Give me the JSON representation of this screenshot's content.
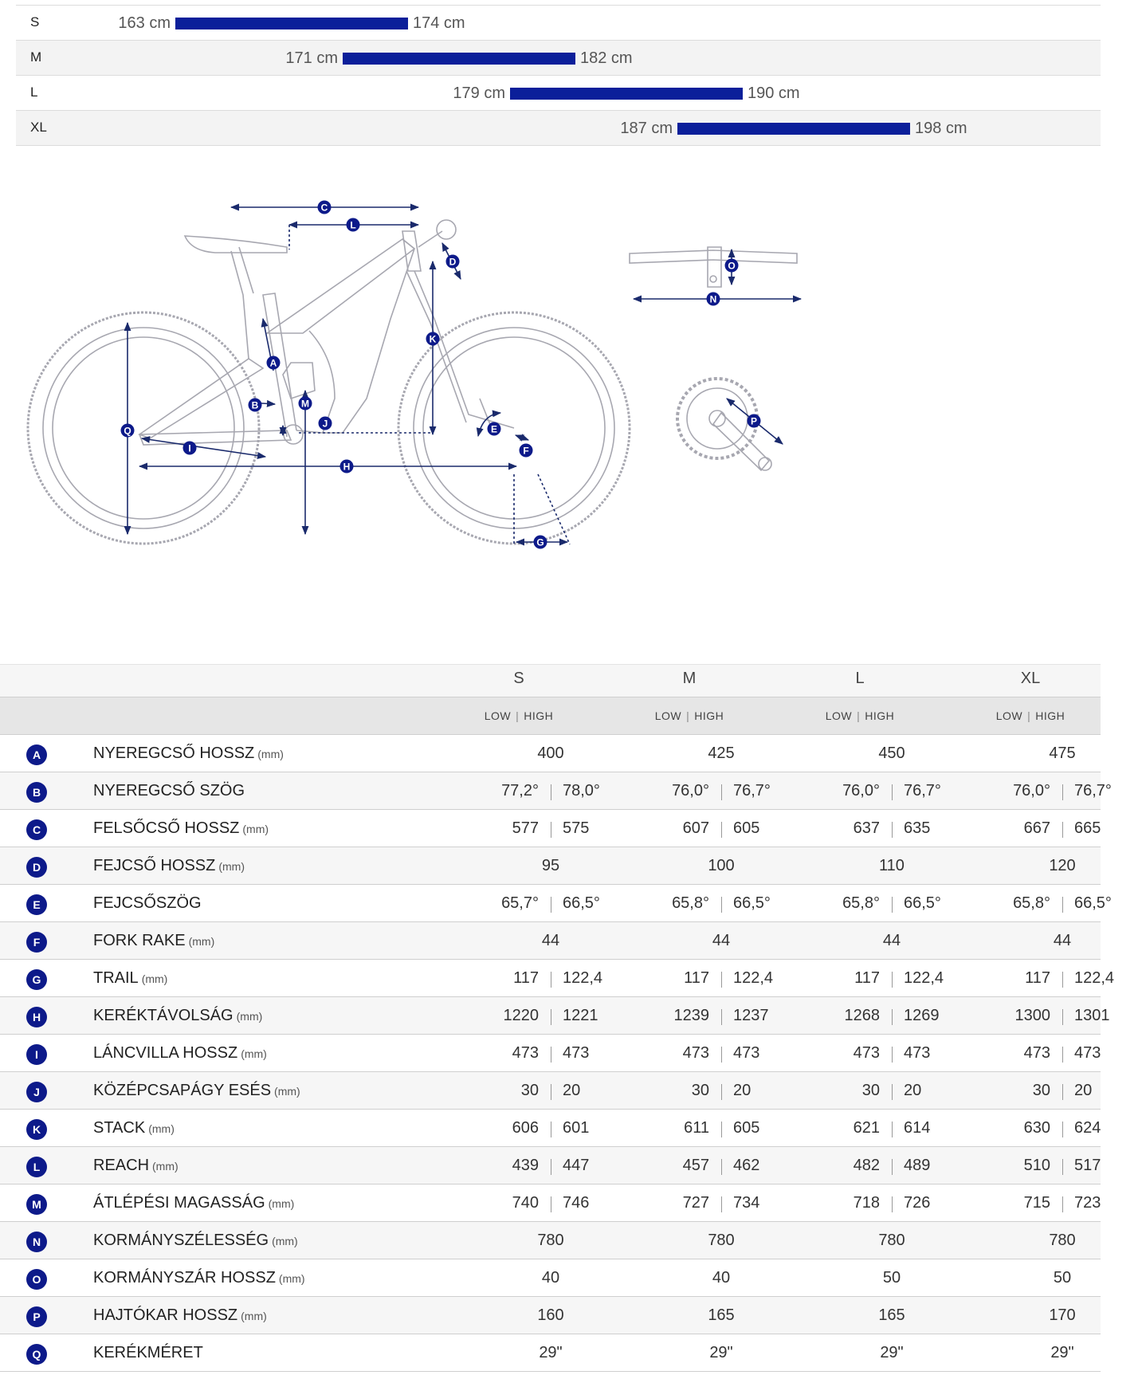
{
  "size_chart": {
    "rows": [
      {
        "size": "S",
        "min": "163 cm",
        "max": "174 cm"
      },
      {
        "size": "M",
        "min": "171 cm",
        "max": "182 cm"
      },
      {
        "size": "L",
        "min": "179 cm",
        "max": "190 cm"
      },
      {
        "size": "XL",
        "min": "187 cm",
        "max": "198 cm"
      }
    ],
    "bar_color": "#0b1f9a"
  },
  "diagram": {
    "labels": [
      "A",
      "B",
      "C",
      "D",
      "E",
      "F",
      "G",
      "H",
      "I",
      "J",
      "K",
      "L",
      "M",
      "N",
      "O",
      "P",
      "Q"
    ],
    "line_color": "#1a2a6c",
    "badge_color": "#0d1a8a"
  },
  "geometry": {
    "sizes": [
      "S",
      "M",
      "L",
      "XL"
    ],
    "low_label": "LOW",
    "high_label": "HIGH",
    "rows": [
      {
        "letter": "A",
        "name": "NYEREGCSŐ HOSSZ",
        "unit": "(mm)",
        "values": [
          [
            "400"
          ],
          [
            "425"
          ],
          [
            "450"
          ],
          [
            "475"
          ]
        ]
      },
      {
        "letter": "B",
        "name": "NYEREGCSŐ SZÖG",
        "unit": "",
        "values": [
          [
            "77,2°",
            "78,0°"
          ],
          [
            "76,0°",
            "76,7°"
          ],
          [
            "76,0°",
            "76,7°"
          ],
          [
            "76,0°",
            "76,7°"
          ]
        ]
      },
      {
        "letter": "C",
        "name": "FELSŐCSŐ HOSSZ",
        "unit": "(mm)",
        "values": [
          [
            "577",
            "575"
          ],
          [
            "607",
            "605"
          ],
          [
            "637",
            "635"
          ],
          [
            "667",
            "665"
          ]
        ]
      },
      {
        "letter": "D",
        "name": "FEJCSŐ HOSSZ",
        "unit": "(mm)",
        "values": [
          [
            "95"
          ],
          [
            "100"
          ],
          [
            "110"
          ],
          [
            "120"
          ]
        ]
      },
      {
        "letter": "E",
        "name": "FEJCSŐSZÖG",
        "unit": "",
        "values": [
          [
            "65,7°",
            "66,5°"
          ],
          [
            "65,8°",
            "66,5°"
          ],
          [
            "65,8°",
            "66,5°"
          ],
          [
            "65,8°",
            "66,5°"
          ]
        ]
      },
      {
        "letter": "F",
        "name": "FORK RAKE",
        "unit": "(mm)",
        "values": [
          [
            "44"
          ],
          [
            "44"
          ],
          [
            "44"
          ],
          [
            "44"
          ]
        ]
      },
      {
        "letter": "G",
        "name": "TRAIL",
        "unit": "(mm)",
        "values": [
          [
            "117",
            "122,4"
          ],
          [
            "117",
            "122,4"
          ],
          [
            "117",
            "122,4"
          ],
          [
            "117",
            "122,4"
          ]
        ]
      },
      {
        "letter": "H",
        "name": "KERÉKTÁVOLSÁG",
        "unit": "(mm)",
        "values": [
          [
            "1220",
            "1221"
          ],
          [
            "1239",
            "1237"
          ],
          [
            "1268",
            "1269"
          ],
          [
            "1300",
            "1301"
          ]
        ]
      },
      {
        "letter": "I",
        "name": "LÁNCVILLA HOSSZ",
        "unit": "(mm)",
        "values": [
          [
            "473",
            "473"
          ],
          [
            "473",
            "473"
          ],
          [
            "473",
            "473"
          ],
          [
            "473",
            "473"
          ]
        ]
      },
      {
        "letter": "J",
        "name": "KÖZÉPCSAPÁGY ESÉS",
        "unit": "(mm)",
        "values": [
          [
            "30",
            "20"
          ],
          [
            "30",
            "20"
          ],
          [
            "30",
            "20"
          ],
          [
            "30",
            "20"
          ]
        ]
      },
      {
        "letter": "K",
        "name": "STACK",
        "unit": "(mm)",
        "values": [
          [
            "606",
            "601"
          ],
          [
            "611",
            "605"
          ],
          [
            "621",
            "614"
          ],
          [
            "630",
            "624"
          ]
        ]
      },
      {
        "letter": "L",
        "name": "REACH",
        "unit": "(mm)",
        "values": [
          [
            "439",
            "447"
          ],
          [
            "457",
            "462"
          ],
          [
            "482",
            "489"
          ],
          [
            "510",
            "517"
          ]
        ]
      },
      {
        "letter": "M",
        "name": "ÁTLÉPÉSI MAGASSÁG",
        "unit": "(mm)",
        "values": [
          [
            "740",
            "746"
          ],
          [
            "727",
            "734"
          ],
          [
            "718",
            "726"
          ],
          [
            "715",
            "723"
          ]
        ]
      },
      {
        "letter": "N",
        "name": "KORMÁNYSZÉLESSÉG",
        "unit": "(mm)",
        "values": [
          [
            "780"
          ],
          [
            "780"
          ],
          [
            "780"
          ],
          [
            "780"
          ]
        ]
      },
      {
        "letter": "O",
        "name": "KORMÁNYSZÁR HOSSZ",
        "unit": "(mm)",
        "values": [
          [
            "40"
          ],
          [
            "40"
          ],
          [
            "50"
          ],
          [
            "50"
          ]
        ]
      },
      {
        "letter": "P",
        "name": "HAJTÓKAR HOSSZ",
        "unit": "(mm)",
        "values": [
          [
            "160"
          ],
          [
            "165"
          ],
          [
            "165"
          ],
          [
            "170"
          ]
        ]
      },
      {
        "letter": "Q",
        "name": "KERÉKMÉRET",
        "unit": "",
        "values": [
          [
            "29\""
          ],
          [
            "29\""
          ],
          [
            "29\""
          ],
          [
            "29\""
          ]
        ]
      }
    ]
  }
}
